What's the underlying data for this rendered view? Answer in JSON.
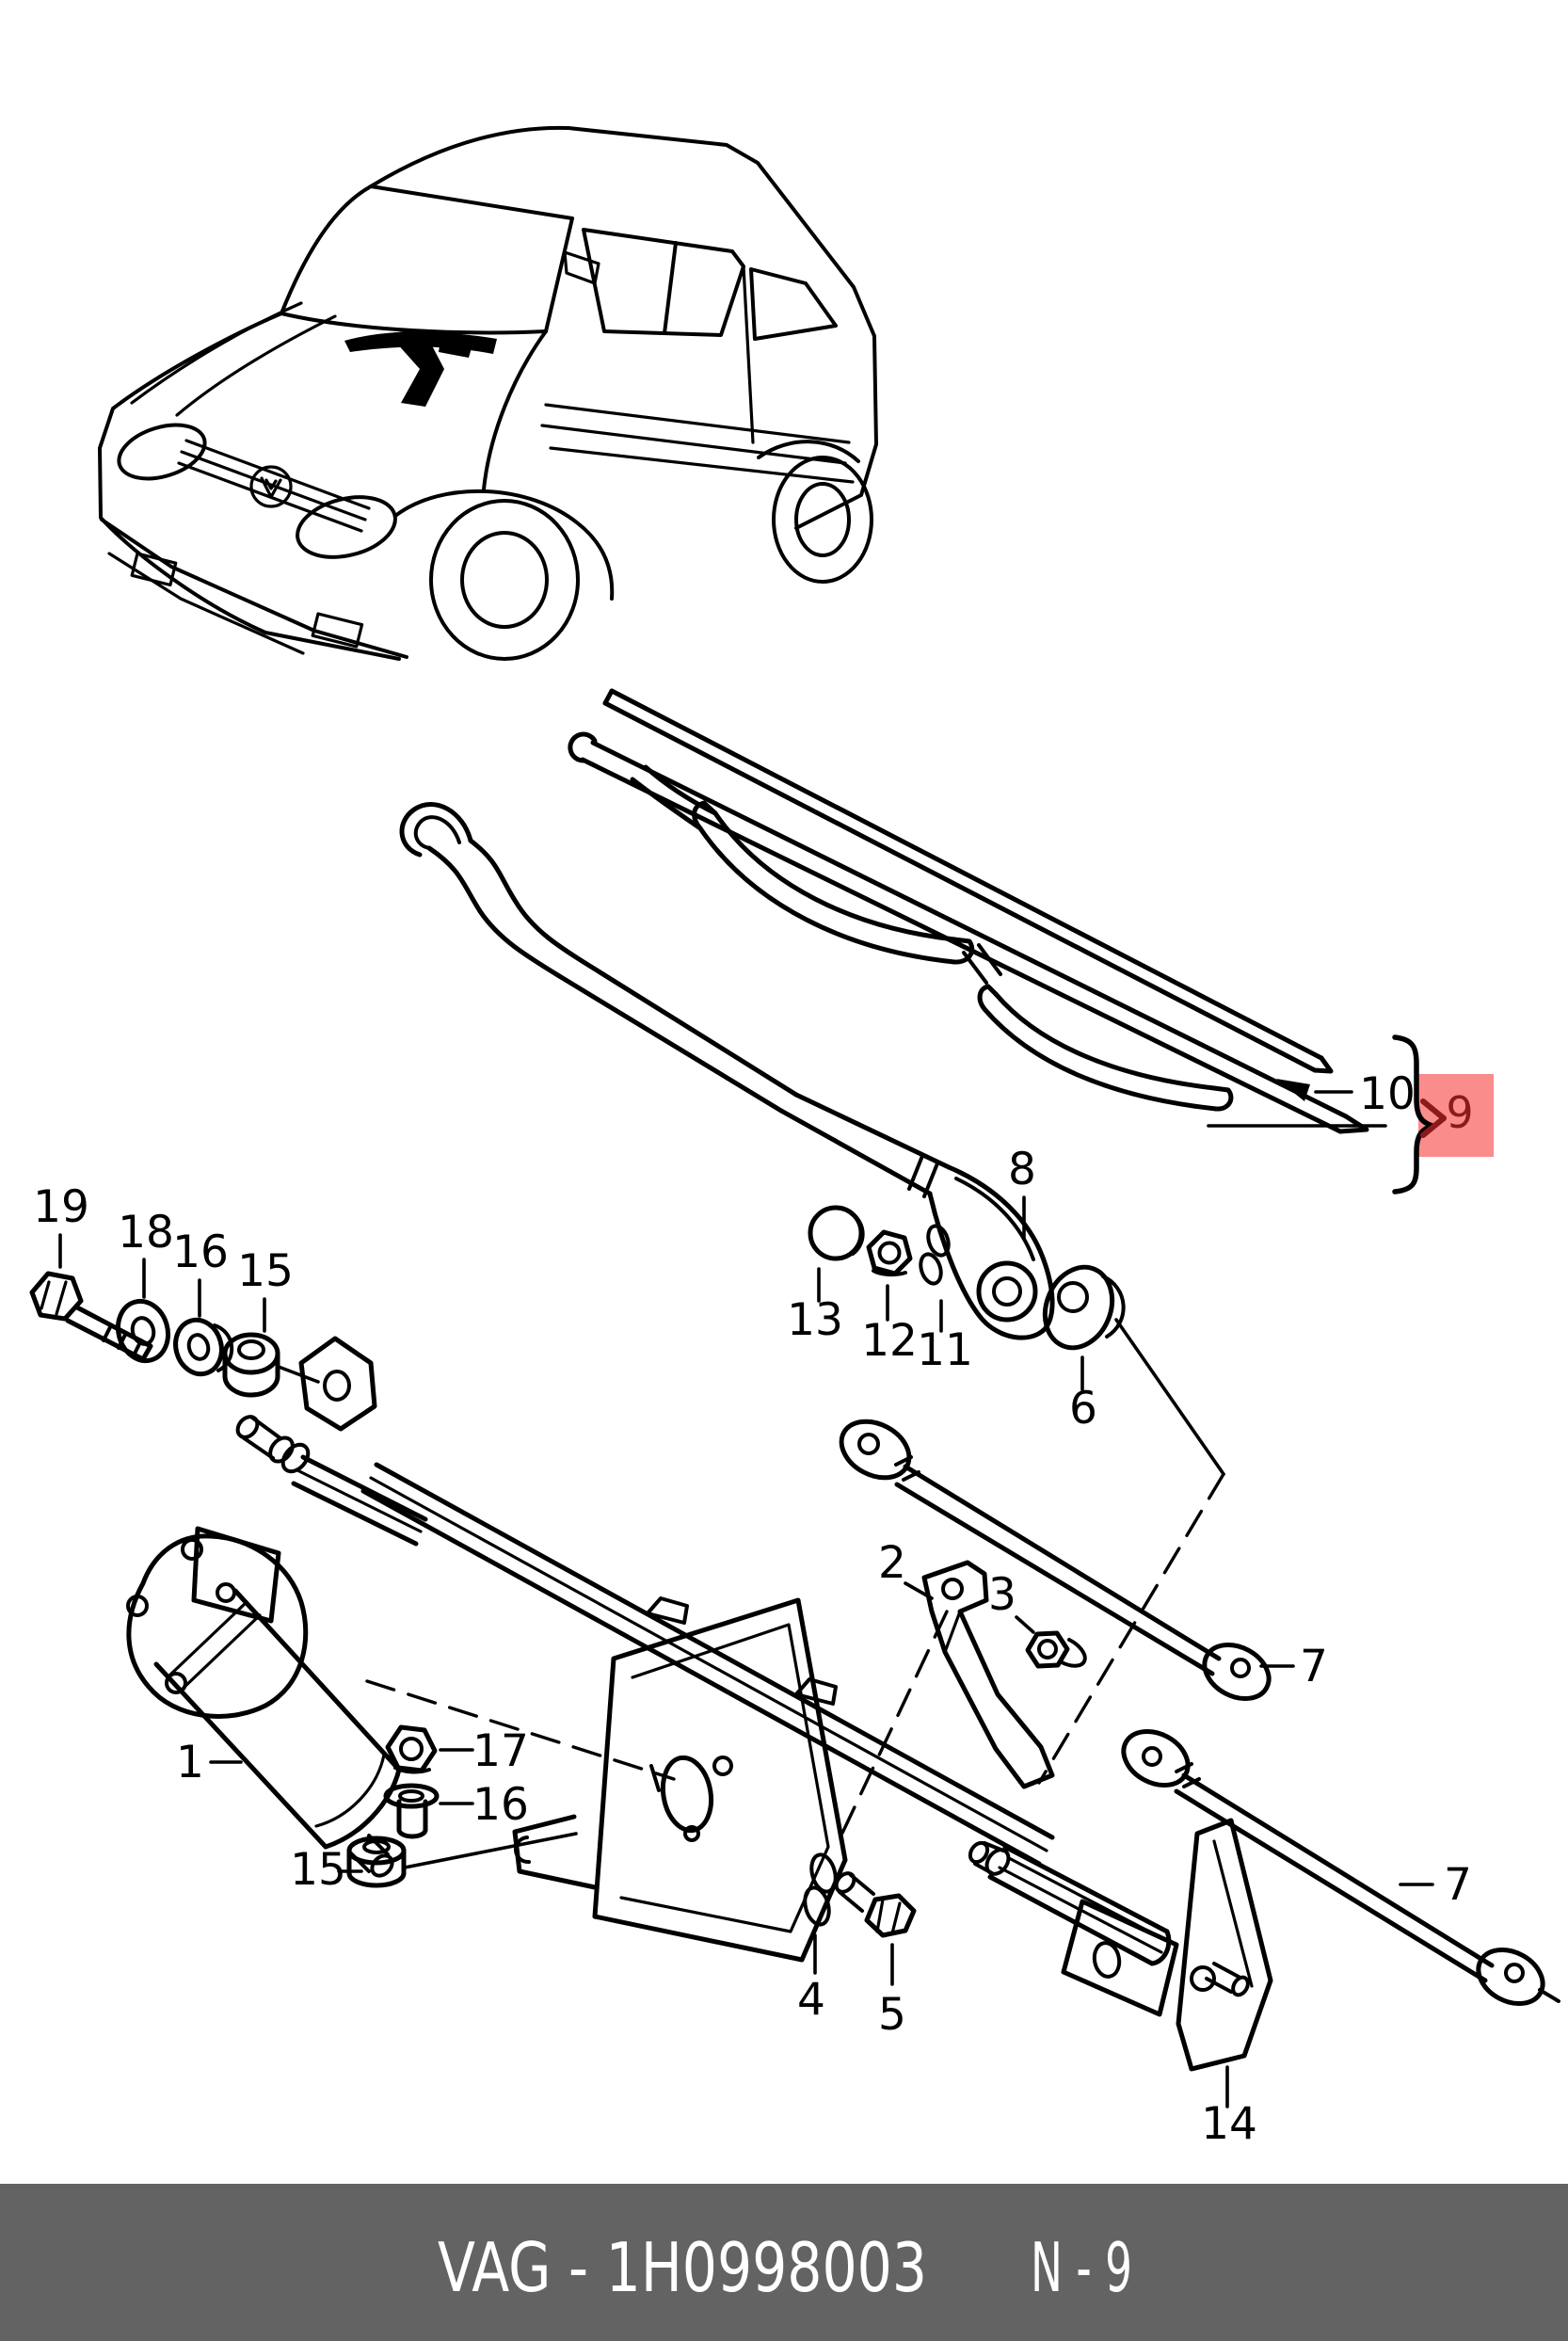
{
  "diagram": {
    "type": "parts-catalog-exploded-view",
    "subject": "windshield wiper and wiper motor assembly",
    "footer": {
      "catalog_text": "VAG - 1H0998003",
      "page_text": "N - 9"
    },
    "highlight": {
      "label": "9"
    },
    "callouts": {
      "blade": "10",
      "arm": "8",
      "cap": "13",
      "spindle_nut": "12",
      "clip_small": "11",
      "pivot_grommet": "6",
      "bolt_hex": "19",
      "washer_flat": "18",
      "washer_cup": "16",
      "mount_grommet": "15",
      "bracket_link": "2",
      "bracket_nut": "3",
      "link_rod_upper": "7",
      "motor": "1",
      "motor_nut": "17",
      "motor_bushing": "16",
      "motor_grommet": "15",
      "fastener_clip": "4",
      "bolt_small": "5",
      "link_rod_lower": "7",
      "mount_bracket": "14"
    },
    "colors": {
      "line": "#000000",
      "background": "#ffffff",
      "highlight_box": "#fa8c8c",
      "highlight_text": "#8c1a1a",
      "footer_bg": "#636363",
      "footer_text": "#ffffff"
    }
  }
}
